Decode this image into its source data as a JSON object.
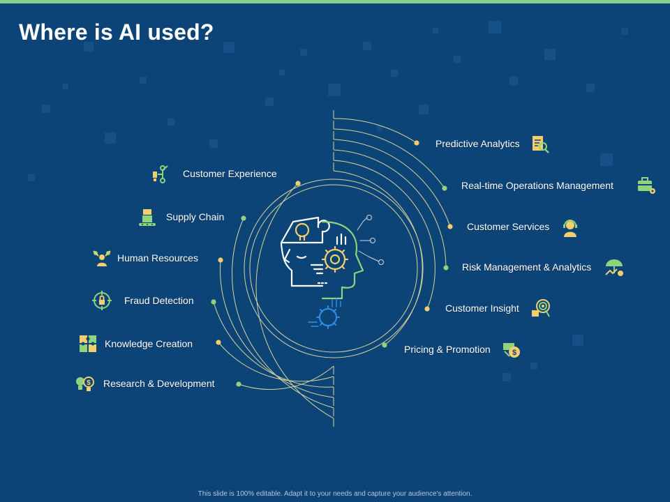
{
  "title": "Where is AI used?",
  "left_items": [
    {
      "label": "Customer Experience",
      "icon": "flow-network-icon"
    },
    {
      "label": "Supply Chain",
      "icon": "conveyor-boxes-icon"
    },
    {
      "label": "Human Resources",
      "icon": "team-people-icon"
    },
    {
      "label": "Fraud Detection",
      "icon": "target-lock-icon"
    },
    {
      "label": "Knowledge Creation",
      "icon": "puzzle-icon"
    },
    {
      "label": "Research & Development",
      "icon": "bulb-research-icon"
    }
  ],
  "right_items": [
    {
      "label": "Predictive Analytics",
      "icon": "document-search-icon"
    },
    {
      "label": "Real-time Operations Management",
      "icon": "briefcase-gear-icon"
    },
    {
      "label": "Customer Services",
      "icon": "support-agent-icon"
    },
    {
      "label": "Risk Management & Analytics",
      "icon": "umbrella-chart-icon"
    },
    {
      "label": "Customer Insight",
      "icon": "target-analysis-icon"
    },
    {
      "label": "Pricing & Promotion",
      "icon": "money-tag-icon"
    }
  ],
  "center_icon": "ai-head-gear-icon",
  "footer": "This slide is 100% editable. Adapt it to your needs and capture your audience's attention.",
  "colors": {
    "background": "#0d4478",
    "accent_yellow": "#f2cf6c",
    "accent_green": "#8fd37d",
    "arc_line": "#d8d49a",
    "top_bar": "#7fd08f"
  }
}
